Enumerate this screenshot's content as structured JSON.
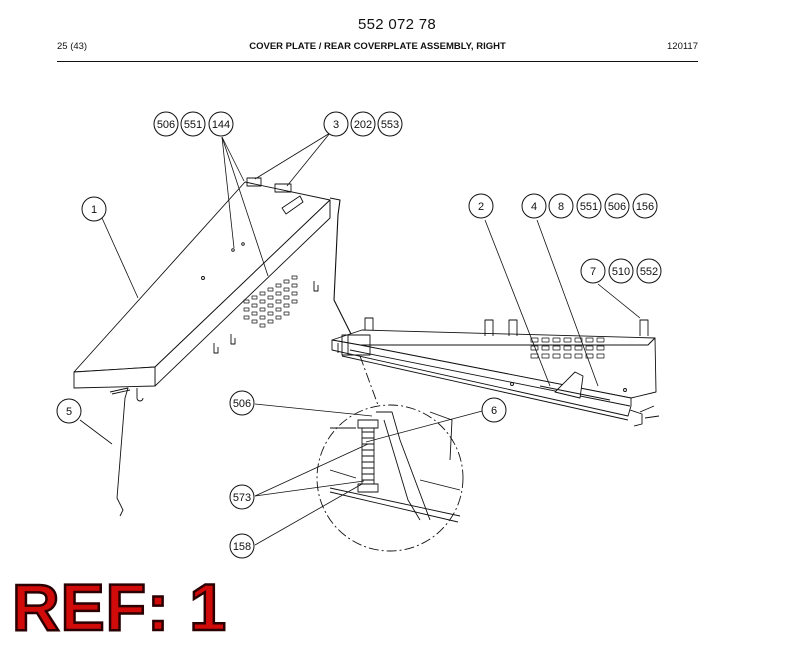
{
  "header": {
    "doc_number": "552 072 78",
    "page_ref": "25 (43)",
    "title": "COVER PLATE / REAR COVERPLATE ASSEMBLY, RIGHT",
    "date": "120117"
  },
  "callouts": {
    "c506a": "506",
    "c551a": "551",
    "c144": "144",
    "c3": "3",
    "c202": "202",
    "c553": "553",
    "c1": "1",
    "c2": "2",
    "c4": "4",
    "c8": "8",
    "c551b": "551",
    "c506b": "506",
    "c156": "156",
    "c7": "7",
    "c510": "510",
    "c552": "552",
    "c5": "5",
    "c506c": "506",
    "c6": "6",
    "c573": "573",
    "c158": "158"
  },
  "ref_label": "REF: 1"
}
